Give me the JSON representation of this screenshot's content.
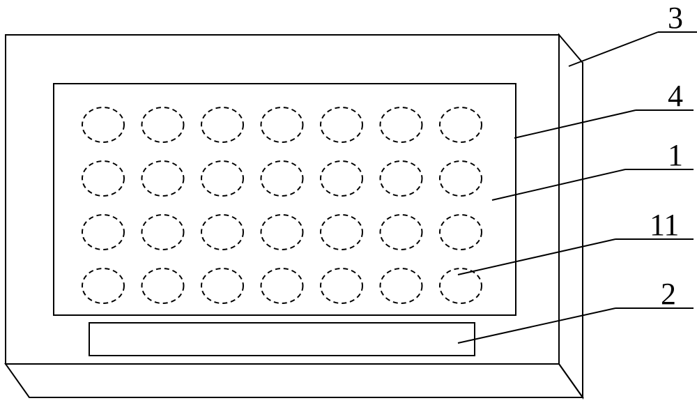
{
  "labels": {
    "box": "3",
    "panel": "4",
    "plate": "1",
    "holes": "11",
    "slot": "2"
  },
  "hole_grid": {
    "rows": 4,
    "cols": 7
  }
}
